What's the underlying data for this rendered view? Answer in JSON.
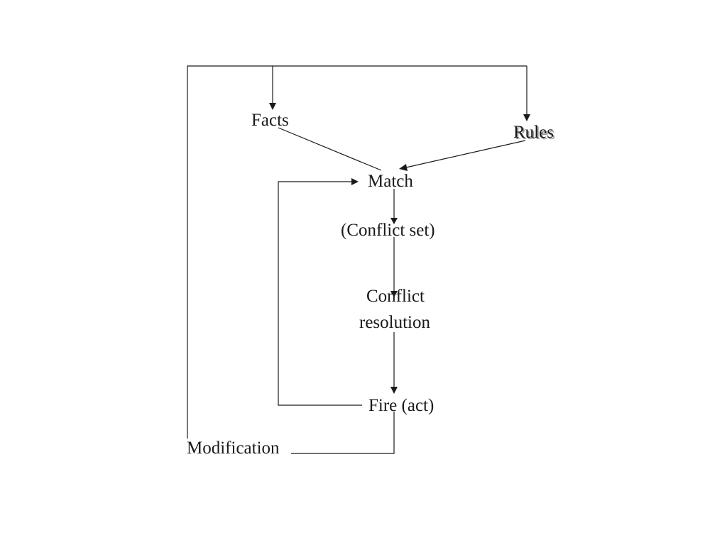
{
  "diagram": {
    "nodes": {
      "facts": "Facts",
      "rules": "Rules",
      "match": "Match",
      "conflict_set": "(Conflict set)",
      "conflict_resolution_line1": "Conflict",
      "conflict_resolution_line2": "resolution",
      "fire": "Fire (act)",
      "modification": "Modification"
    },
    "edges": [
      {
        "from": "modification",
        "to": "facts"
      },
      {
        "from": "modification",
        "to": "rules"
      },
      {
        "from": "facts",
        "to": "match"
      },
      {
        "from": "rules",
        "to": "match"
      },
      {
        "from": "match",
        "to": "conflict_set"
      },
      {
        "from": "conflict_set",
        "to": "conflict_resolution"
      },
      {
        "from": "conflict_resolution",
        "to": "fire"
      },
      {
        "from": "fire",
        "to": "match"
      },
      {
        "from": "fire",
        "to": "modification"
      }
    ]
  }
}
